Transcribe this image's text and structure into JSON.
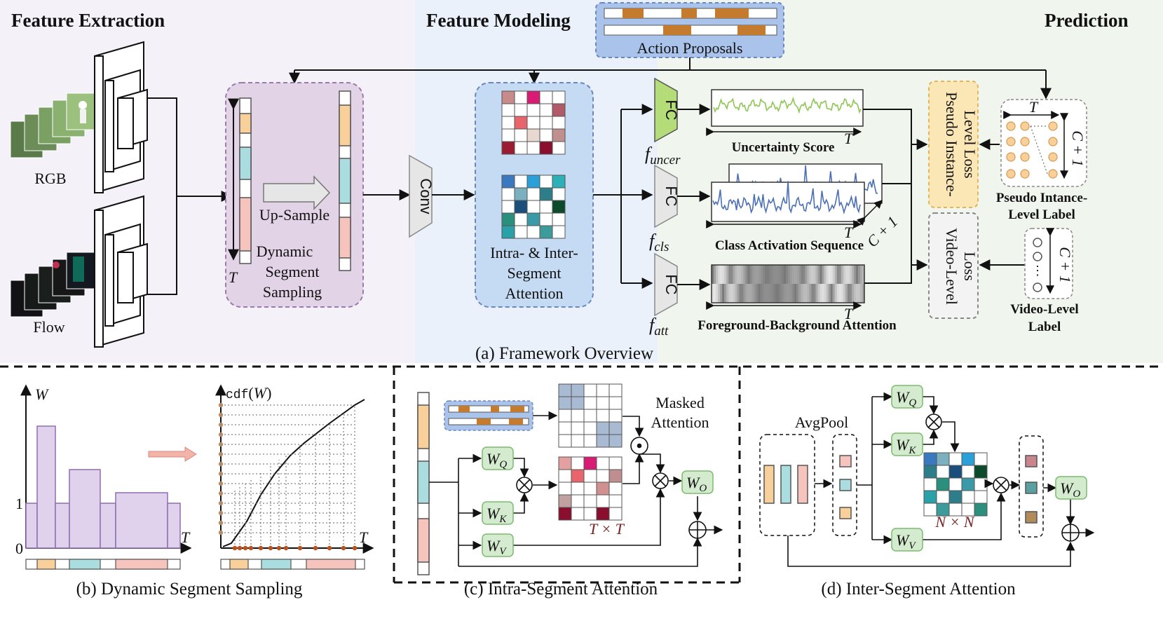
{
  "headers": {
    "feature_extraction": "Feature Extraction",
    "feature_modeling": "Feature Modeling",
    "prediction": "Prediction"
  },
  "inputs": {
    "rgb": "RGB",
    "flow": "Flow"
  },
  "action_proposals": "Action Proposals",
  "up_sample": "Up-Sample",
  "dynamic_segment_sampling": [
    "Dynamic",
    "Segment",
    "Sampling"
  ],
  "conv": "Conv",
  "attention_block": [
    "Intra- & Inter-",
    "Segment",
    "Attention"
  ],
  "fc": "FC",
  "f_labels": {
    "uncer": "uncer",
    "cls": "cls",
    "att": "att",
    "f": "f"
  },
  "outputs": {
    "uncertainty": "Uncertainty Score",
    "cas": "Class Activation Sequence",
    "fba": "Foreground-Background Attention"
  },
  "T": "T",
  "C1": "C + 1",
  "losses": {
    "pseudo": [
      "Pseudo Instance-",
      "Level Loss"
    ],
    "video": [
      "Video-Level",
      "Loss"
    ]
  },
  "labels": {
    "pseudo": [
      "Pseudo Intance-",
      "Level Label"
    ],
    "video": [
      "Video-Level",
      "Label"
    ]
  },
  "captions": {
    "a": "(a) Framework Overview",
    "b": "(b) Dynamic Segment Sampling",
    "c": "(c) Intra-Segment Attention",
    "d": "(d) Inter-Segment Attention"
  },
  "panel_b": {
    "W": "W",
    "cdf": "cdf",
    "one": "1",
    "zero": "0",
    "T": "T"
  },
  "panel_c": {
    "masked": [
      "Masked",
      "Attention"
    ],
    "TxT": "T × T",
    "WQ": "Q",
    "WK": "K",
    "WV": "V",
    "WO": "O",
    "W": "W"
  },
  "panel_d": {
    "avgpool": "AvgPool",
    "NxN": "N × N"
  },
  "colors": {
    "orange": "#f9cf9a",
    "teal": "#a9dde0",
    "pink": "#f7c4bd",
    "purple_bg": "#e2d3e6",
    "blue_bg": "#d8e6f7",
    "green_fc": "#b4dd7a",
    "green_w": "#d4ebcf",
    "proposal": "#c47b2e",
    "light_purple": "#e7dcef"
  }
}
